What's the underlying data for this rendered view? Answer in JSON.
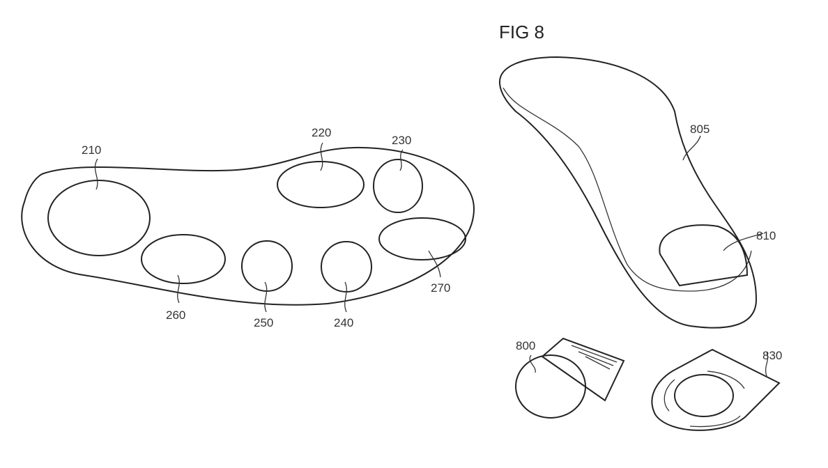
{
  "figure_title": "FIG 8",
  "insole_labels": {
    "l210": "210",
    "l220": "220",
    "l230": "230",
    "l240": "240",
    "l250": "250",
    "l260": "260",
    "l270": "270"
  },
  "fig8_labels": {
    "l805": "805",
    "l810": "810",
    "l800": "800",
    "l830": "830"
  }
}
